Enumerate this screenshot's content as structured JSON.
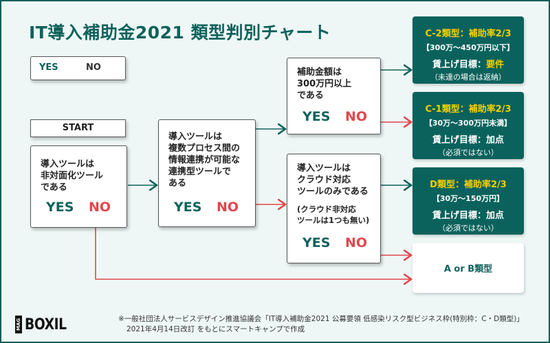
{
  "title": "IT導入補助金2021 類型判別チャート",
  "legend": {
    "yes": "YES",
    "no": "NO"
  },
  "start": "START",
  "questions": [
    {
      "text": "導入ツールは\n非対面化ツール\nである",
      "yes": "YES",
      "no": "NO"
    },
    {
      "text": "導入ツールは\n複数プロセス間の\n情報連携が可能な\n連携型ツールで\nある",
      "yes": "YES",
      "no": "NO"
    },
    {
      "text": "補助金額は\n300万円以上\nである",
      "yes": "YES",
      "no": "NO"
    },
    {
      "text": "導入ツールは\nクラウド対応\nツールのみである",
      "sub": "(クラウド非対応\nツールは1つも無い)",
      "yes": "YES",
      "no": "NO"
    }
  ],
  "results": [
    {
      "heading": "C-2類型：補助率2/3",
      "range": "【300万〜450万円以下】",
      "goal_label": "賃上げ目標：",
      "goal_value": "要件",
      "note": "（未達の場合は返納）"
    },
    {
      "heading": "C-1類型：補助率2/3",
      "range": "【30万〜300万円未満】",
      "goal_label": "賃上げ目標：",
      "goal_value": "加点",
      "note": "（必須ではない）"
    },
    {
      "heading": "D類型：補助率2/3",
      "range": "【30万〜150万円】",
      "goal_label": "賃上げ目標：",
      "goal_value": "加点",
      "note": "（必須ではない）"
    },
    {
      "heading": "A or B類型"
    }
  ],
  "footer": {
    "logo": "MAG BOXIL",
    "logo_tag": "MAG",
    "logo_text": "BOXIL",
    "note_line1": "※一般社団法人サービスデザイン推進協議会「IT導入補助金2021 公募要領 低感染リスク型ビジネス枠(特別枠：C・D類型)」",
    "note_line2": "2021年4月14日改訂 をもとにスマートキャンプで作成"
  },
  "colors": {
    "teal": "#0b625c",
    "red": "#e0474c",
    "yellow": "#f5d000",
    "background": "#eef7f6"
  }
}
